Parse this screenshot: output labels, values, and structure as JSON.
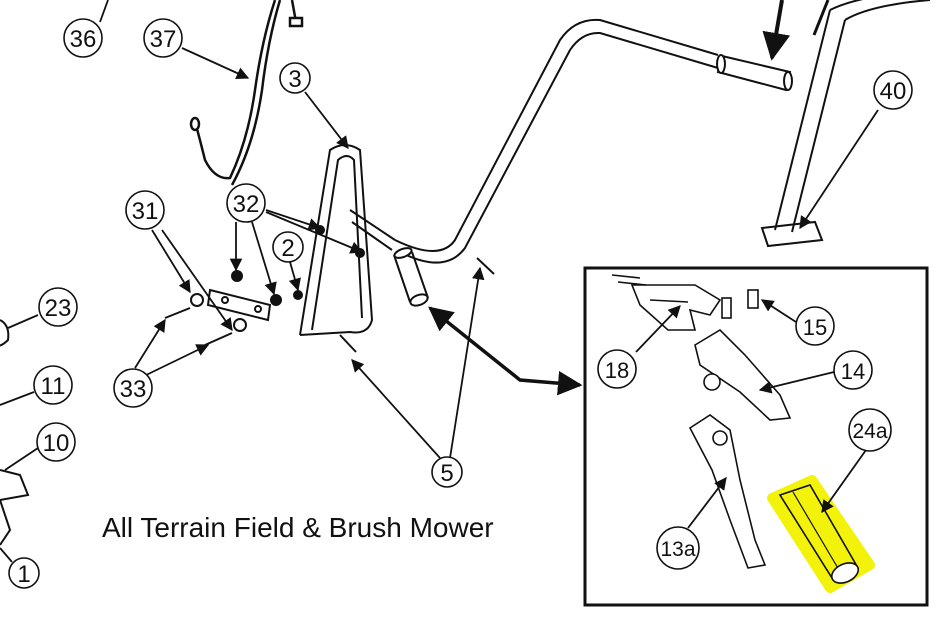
{
  "title": "All Terrain Field & Brush Mower",
  "callouts": {
    "c36": "36",
    "c37": "37",
    "c3": "3",
    "c40": "40",
    "c31": "31",
    "c32": "32",
    "c2": "2",
    "c23": "23",
    "c11": "11",
    "c10": "10",
    "c33": "33",
    "c5": "5",
    "c1": "1",
    "c15": "15",
    "c18": "18",
    "c14": "14",
    "c24a": "24a",
    "c13a": "13a"
  },
  "colors": {
    "line": "#111111",
    "highlight": "#f2f20a",
    "part_fill": "#ffffff"
  }
}
